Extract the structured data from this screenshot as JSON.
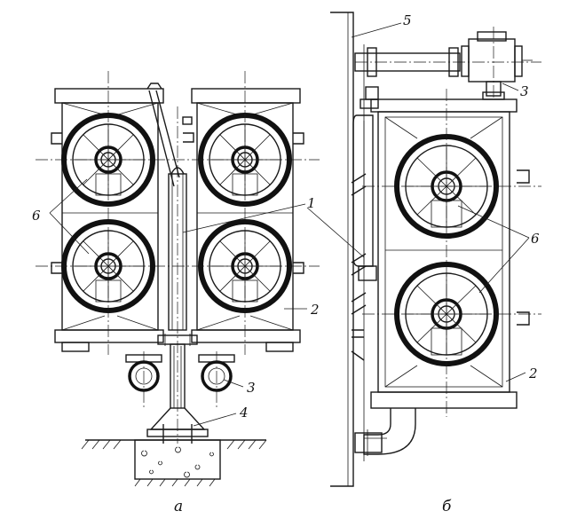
{
  "labels": {
    "l1": "1",
    "l2a": "2",
    "l2b": "2",
    "l3a": "3",
    "l3b": "3",
    "l4": "4",
    "l5": "5",
    "l6a": "6",
    "l6b": "6"
  },
  "captions": {
    "a": "а",
    "b": "б"
  }
}
